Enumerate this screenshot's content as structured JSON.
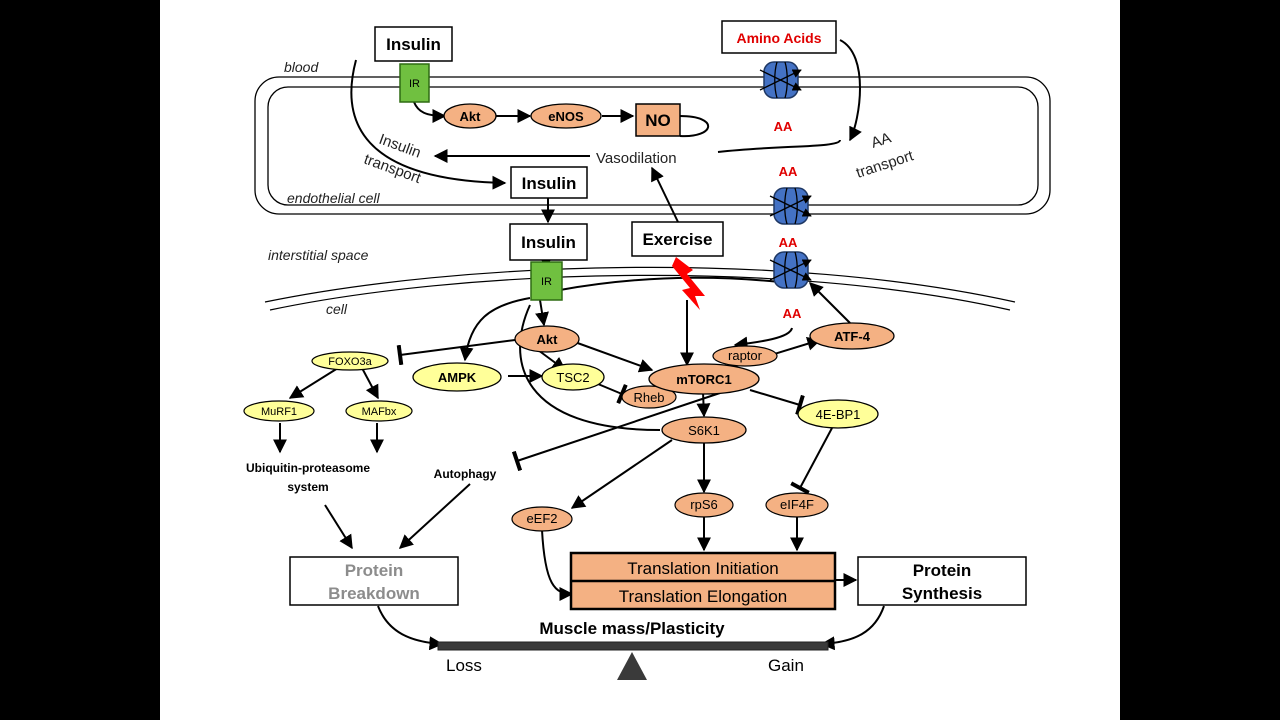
{
  "labels": {
    "blood": "blood",
    "endothelial_cell": "endothelial cell",
    "interstitial_space": "interstitial space",
    "cell": "cell",
    "insulin_transport_line1": "Insulin",
    "insulin_transport_line2": "transport",
    "aa_transport_line1": "AA",
    "aa_transport_line2": "transport",
    "vasodilation": "Vasodilation",
    "ups_line1": "Ubiquitin-proteasome",
    "ups_line2": "system",
    "autophagy": "Autophagy",
    "muscle_mass": "Muscle mass/Plasticity",
    "loss": "Loss",
    "gain": "Gain"
  },
  "boxes": {
    "insulin_blood": "Insulin",
    "amino_acids": "Amino Acids",
    "insulin_endo": "Insulin",
    "insulin_inter": "Insulin",
    "exercise": "Exercise",
    "no": "NO",
    "ir_top": "IR",
    "ir_cell": "IR",
    "protein_breakdown_line1": "Protein",
    "protein_breakdown_line2": "Breakdown",
    "translation_initiation": "Translation Initiation",
    "translation_elongation": "Translation Elongation",
    "protein_synthesis_line1": "Protein",
    "protein_synthesis_line2": "Synthesis"
  },
  "nodes": {
    "akt_endo": "Akt",
    "enos": "eNOS",
    "akt_cell": "Akt",
    "foxo3a": "FOXO3a",
    "murf1": "MuRF1",
    "mafbx": "MAFbx",
    "ampk": "AMPK",
    "tsc2": "TSC2",
    "rheb": "Rheb",
    "mtorc1": "mTORC1",
    "raptor": "raptor",
    "atf4": "ATF-4",
    "s6k1": "S6K1",
    "fourebp1": "4E-BP1",
    "eef2": "eEF2",
    "rps6": "rpS6",
    "eif4f": "eIF4F",
    "aa1": "AA",
    "aa2": "AA",
    "aa3": "AA",
    "aa4": "AA"
  },
  "colors": {
    "orange": "#f4b183",
    "yellow": "#ffff99",
    "green": "#70c040",
    "transporter_blue": "#4472c4",
    "aa_red": "#e00000",
    "lightning": "#ff0000"
  }
}
